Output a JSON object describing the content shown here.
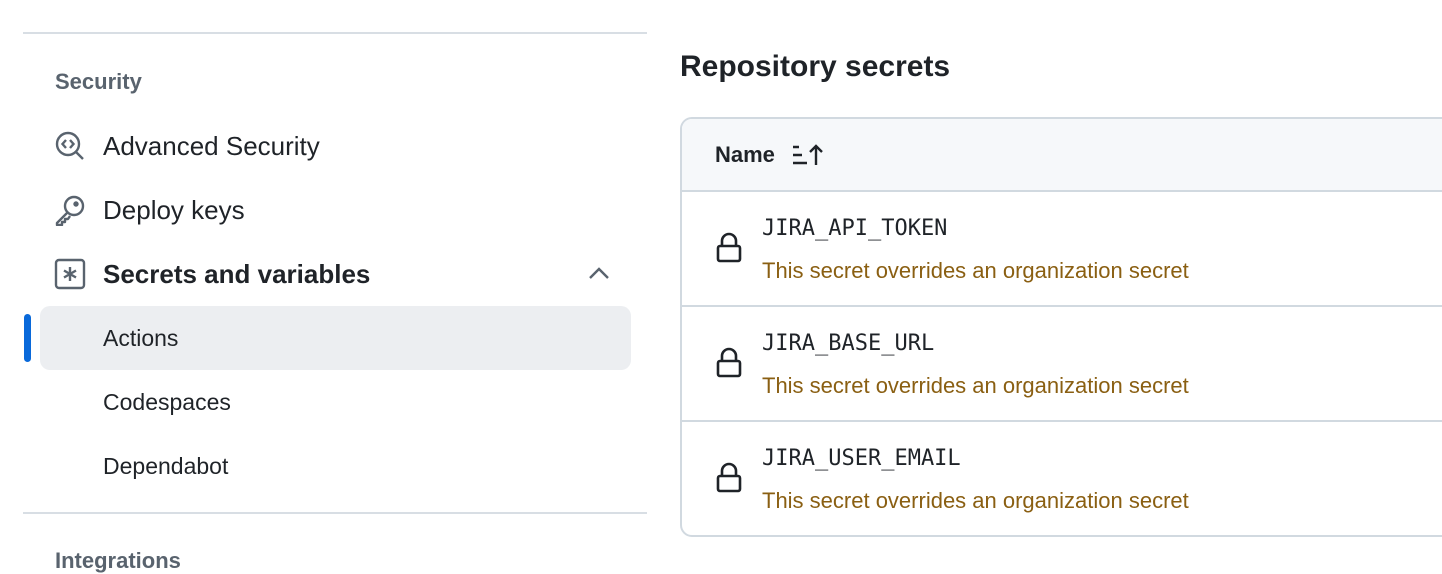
{
  "sidebar": {
    "security_heading": "Security",
    "items": [
      {
        "label": "Advanced Security",
        "icon": "codescan-icon"
      },
      {
        "label": "Deploy keys",
        "icon": "key-icon"
      },
      {
        "label": "Secrets and variables",
        "icon": "asterisk-icon",
        "expanded": true
      }
    ],
    "subitems": [
      {
        "label": "Actions",
        "active": true
      },
      {
        "label": "Codespaces"
      },
      {
        "label": "Dependabot"
      }
    ],
    "next_heading": "Integrations"
  },
  "main": {
    "title": "Repository secrets",
    "table": {
      "header": "Name",
      "rows": [
        {
          "name": "JIRA_API_TOKEN",
          "note": "This secret overrides an organization secret"
        },
        {
          "name": "JIRA_BASE_URL",
          "note": "This secret overrides an organization secret"
        },
        {
          "name": "JIRA_USER_EMAIL",
          "note": "This secret overrides an organization secret"
        }
      ]
    }
  },
  "colors": {
    "accent": "#0969da",
    "warning_text": "#8a5f12",
    "active_bg": "#eceef1"
  }
}
